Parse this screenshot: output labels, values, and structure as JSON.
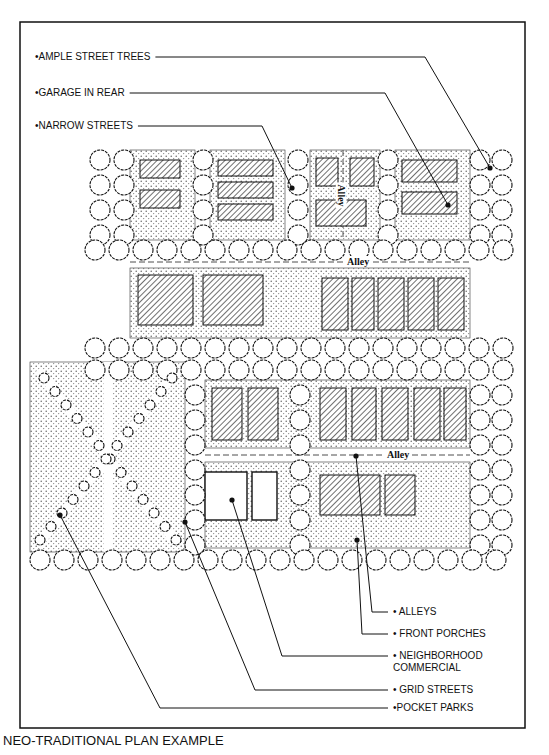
{
  "diagram": {
    "caption": "NEO-TRADITIONAL PLAN EXAMPLE",
    "labels": [
      "•AMPLE STREET TREES",
      "•GARAGE IN REAR",
      "•NARROW STREETS",
      "Alley",
      "Alley",
      "Alley",
      "• ALLEYS",
      "• FRONT PORCHES",
      "• NEIGHBORHOOD COMMERCIAL",
      "• GRID STREETS",
      "•POCKET PARKS"
    ]
  }
}
